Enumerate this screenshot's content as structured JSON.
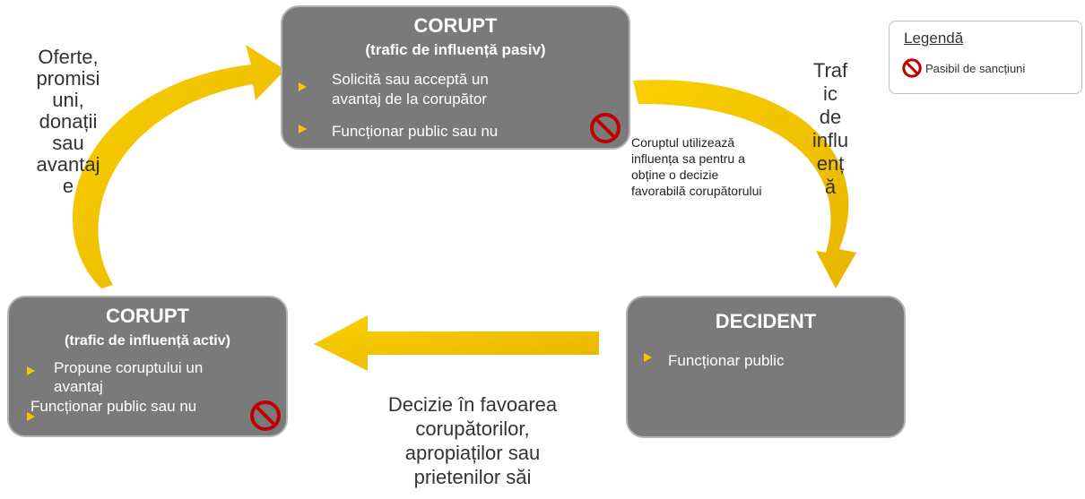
{
  "colors": {
    "box_fill": "#7a7a7a",
    "arrow": "#f7c600",
    "bullet": "#f7c600",
    "ban": "#c00000"
  },
  "top_box": {
    "title": "CORUPT",
    "subtitle": "(trafic de influență pasiv)",
    "bullets": [
      "Solicită sau acceptă un",
      "avantaj de la corupător",
      "Funcționar public sau nu"
    ]
  },
  "left_box": {
    "title": "CORUPT",
    "subtitle": "(trafic de influență activ)",
    "bullets": [
      "Propune coruptului un",
      "avantaj",
      "Funcționar public sau nu"
    ]
  },
  "right_box": {
    "title": "DECIDENT",
    "bullets": [
      "Funcționar public"
    ]
  },
  "labels": {
    "left_arc": [
      "Oferte,",
      "promisi",
      "uni,",
      "donații",
      "sau",
      "avantaj",
      "e"
    ],
    "right_arc_big": [
      "Traf",
      "ic",
      "de",
      "influ",
      "enț",
      "ă"
    ],
    "right_arc_small": [
      "Coruptul utilizează",
      "influența sa pentru a",
      "obține o decizie",
      "favorabilă corupătorului"
    ],
    "bottom": [
      "Decizie în favoarea",
      "corupătorilor,",
      "apropiaților sau",
      "prietenilor săi"
    ]
  },
  "legend": {
    "title": "Legendă",
    "item_label": "Pasibil de sancțiuni",
    "item_icon": "ban-icon"
  }
}
